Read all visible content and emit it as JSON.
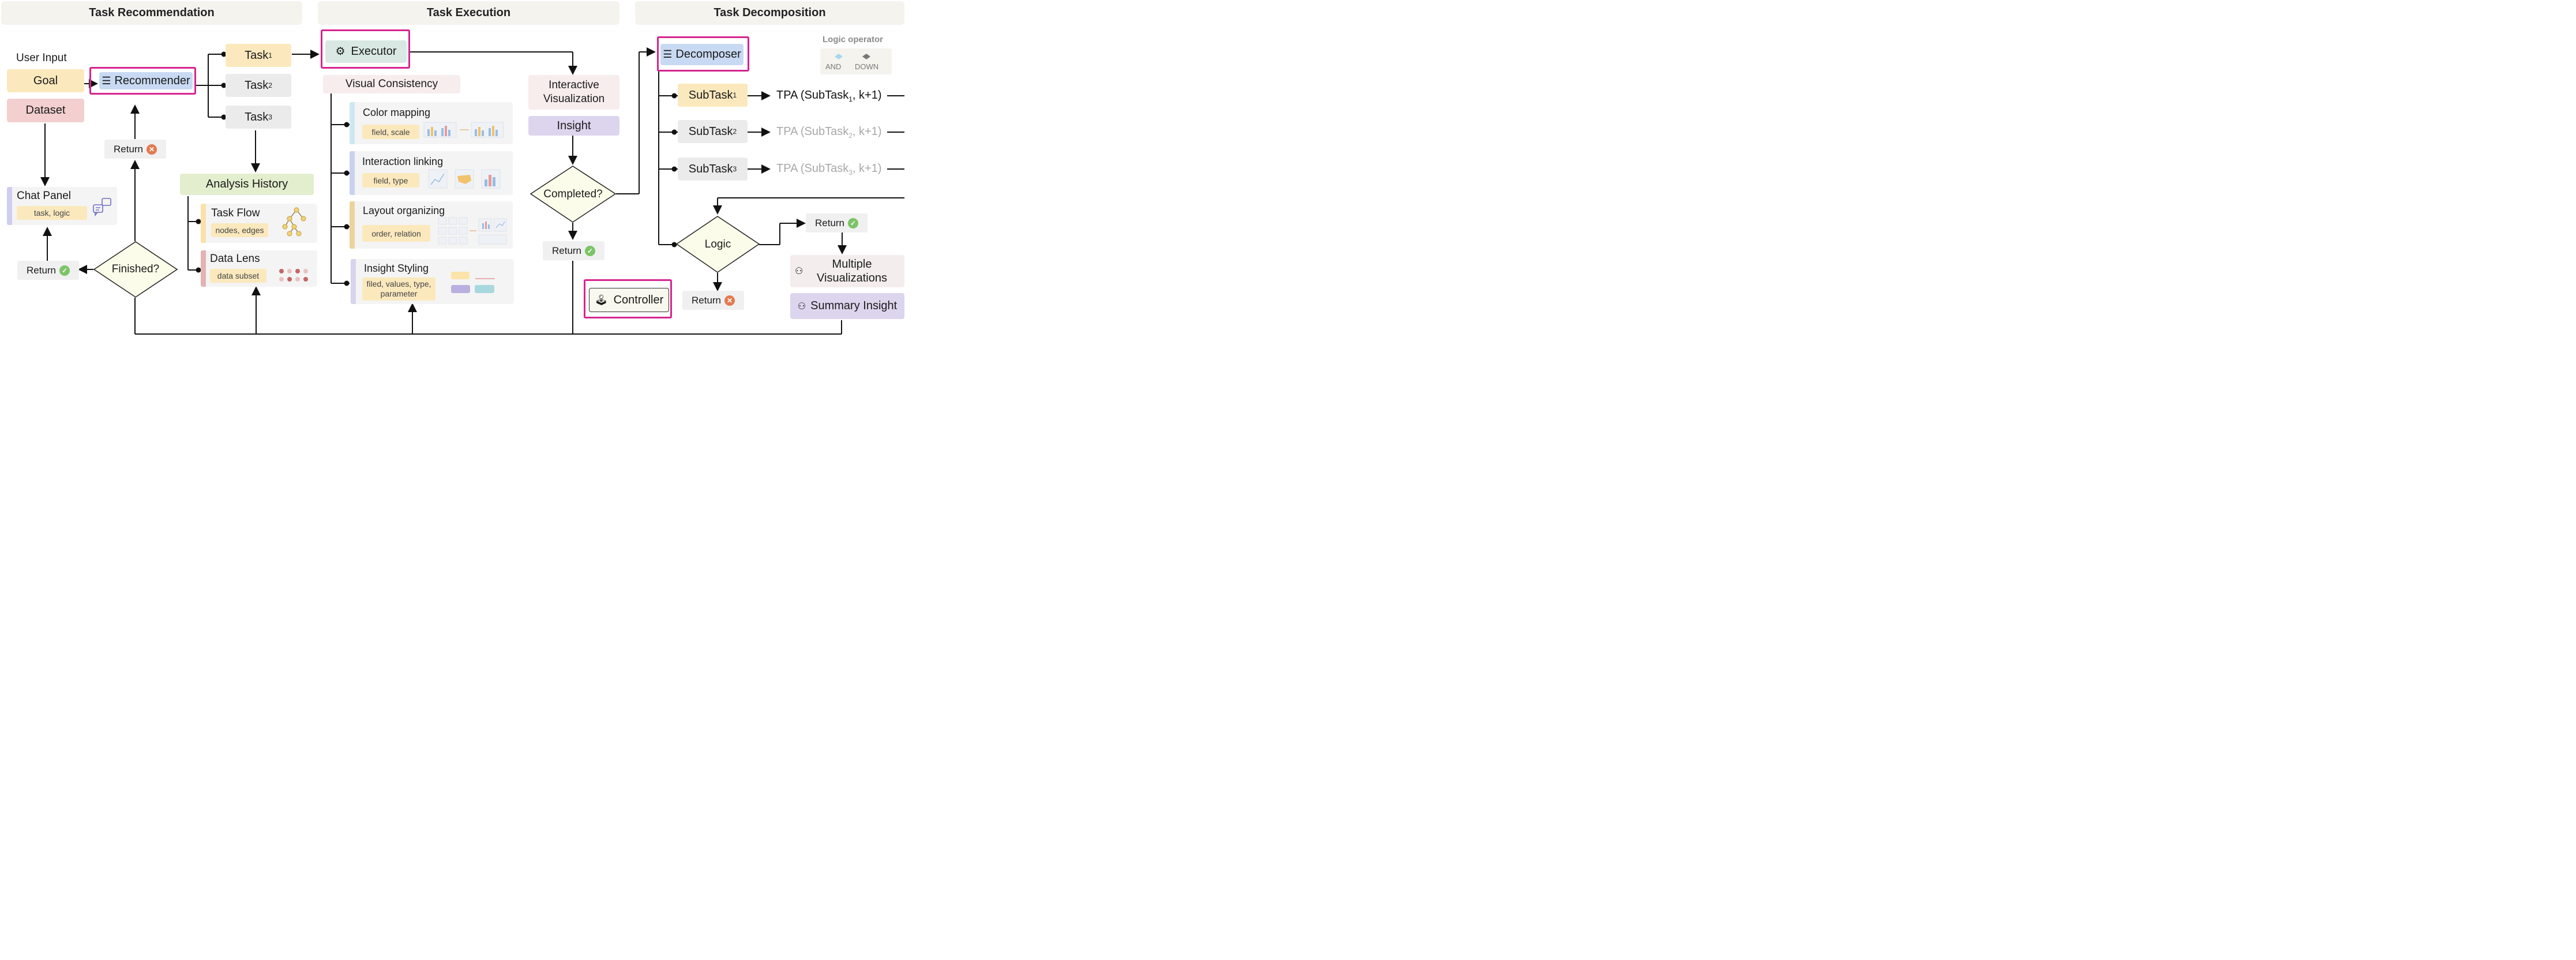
{
  "headers": {
    "recommendation": "Task Recommendation",
    "execution": "Task Execution",
    "decomposition": "Task Decomposition"
  },
  "recommendation": {
    "user_input": "User Input",
    "goal": "Goal",
    "dataset": "Dataset",
    "recommender": "Recommender",
    "tasks": [
      "Task",
      "Task",
      "Task"
    ],
    "task_subs": [
      "1",
      "2",
      "3"
    ],
    "return_fail": "Return",
    "return_ok": "Return",
    "chat_panel": "Chat Panel",
    "chat_chip": "task, logic",
    "finished": "Finished?",
    "analysis_history": "Analysis History",
    "task_flow": "Task Flow",
    "task_flow_chip": "nodes, edges",
    "data_lens": "Data Lens",
    "data_lens_chip": "data subset"
  },
  "execution": {
    "executor": "Executor",
    "visual_consistency": "Visual Consistency",
    "color_mapping": "Color mapping",
    "color_mapping_chip": "field, scale",
    "interaction_linking": "Interaction linking",
    "interaction_linking_chip": "field, type",
    "layout_organizing": "Layout organizing",
    "layout_organizing_chip": "order, relation",
    "insight_styling": "Insight Styling",
    "insight_styling_chip_line1": "filed, values, type,",
    "insight_styling_chip_line2": "parameter",
    "interactive_vis_line1": "Interactive",
    "interactive_vis_line2": "Visualization",
    "insight": "Insight",
    "completed": "Completed?",
    "return_ok": "Return",
    "controller": "Controller"
  },
  "decomposition": {
    "decomposer": "Decomposer",
    "logic_operator": "Logic operator",
    "and": "AND",
    "down": "DOWN",
    "subtask": "SubTask",
    "subtask_subs": [
      "1",
      "2",
      "3"
    ],
    "tpa_prefix": "TPA (SubTask",
    "tpa_suffix": ", k+1)",
    "logic": "Logic",
    "return_ok": "Return",
    "return_fail": "Return",
    "multiple_vis_line1": "Multiple",
    "multiple_vis_line2": "Visualizations",
    "summary_insight": "Summary Insight"
  },
  "colors": {
    "highlight": "#d6248e",
    "ok": "#7cc466",
    "fail": "#e3794f"
  }
}
